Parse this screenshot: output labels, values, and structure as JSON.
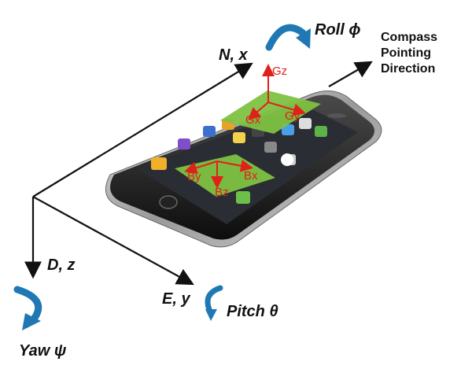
{
  "labels": {
    "north": "N, x",
    "east": "E, y",
    "down": "D, z",
    "roll": "Roll ϕ",
    "pitch": "Pitch θ",
    "yaw": "Yaw ψ",
    "compass_line1": "Compass",
    "compass_line2": "Pointing",
    "compass_line3": "Direction",
    "gyro_x": "Gx",
    "gyro_y": "Gy",
    "gyro_z": "Gz",
    "mag_x": "Bx",
    "mag_y": "By",
    "mag_z": "Bz"
  },
  "colors": {
    "rotation_arrow": "#1f78b4",
    "sensor_axis": "#e0201b",
    "sensor_plane": "#7fc241",
    "axis_line": "#111111",
    "phone_body": "#1a1a1a"
  },
  "icons": [
    "roll-rotation-arrow",
    "pitch-rotation-arrow",
    "yaw-rotation-arrow",
    "smartphone"
  ]
}
